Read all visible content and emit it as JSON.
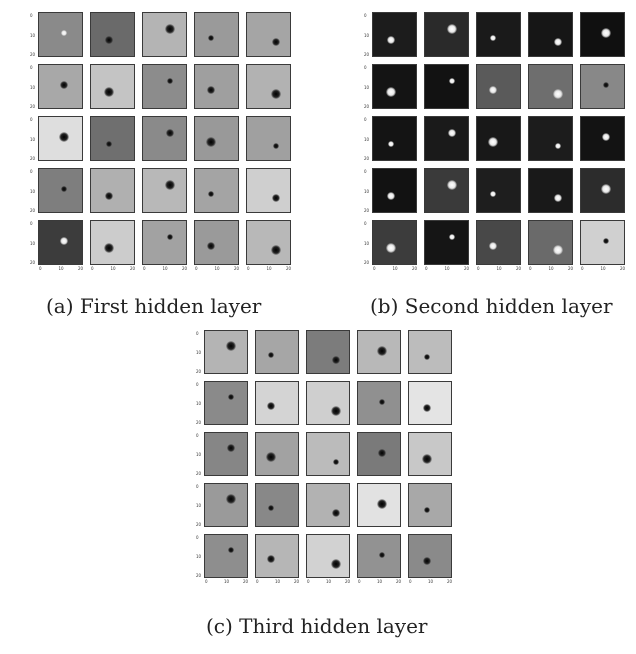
{
  "figures": [
    {
      "id": "a",
      "caption": "(a) First hidden layer",
      "yticks": [
        "0",
        "10",
        "20"
      ],
      "xticks": [
        "0",
        "10",
        "20"
      ],
      "tiles": [
        [
          "#8a8a8a",
          "#6a6a6a",
          "#b4b4b4",
          "#9a9a9a",
          "#a5a5a5"
        ],
        [
          "#a8a8a8",
          "#c4c4c4",
          "#8c8c8c",
          "#9f9f9f",
          "#b2b2b2"
        ],
        [
          "#dedede",
          "#6f6f6f",
          "#8a8a8a",
          "#999999",
          "#a0a0a0"
        ],
        [
          "#7e7e7e",
          "#b0b0b0",
          "#b8b8b8",
          "#a4a4a4",
          "#cfcfcf"
        ],
        [
          "#3c3c3c",
          "#cccccc",
          "#a2a2a2",
          "#9a9a9a",
          "#b8b8b8"
        ]
      ],
      "spots": [
        [
          "light",
          "dark",
          "dark",
          "dark",
          "dark"
        ],
        [
          "dark",
          "dark",
          "dark",
          "dark",
          "dark"
        ],
        [
          "dark",
          "dark",
          "dark",
          "dark",
          "dark"
        ],
        [
          "dark",
          "dark",
          "dark",
          "dark",
          "dark"
        ],
        [
          "light",
          "dark",
          "dark",
          "dark",
          "dark"
        ]
      ]
    },
    {
      "id": "b",
      "caption": "(b) Second hidden layer",
      "yticks": [
        "0",
        "10",
        "20"
      ],
      "xticks": [
        "0",
        "10",
        "20"
      ],
      "tiles": [
        [
          "#1c1c1c",
          "#2a2a2a",
          "#1a1a1a",
          "#161616",
          "#101010"
        ],
        [
          "#141414",
          "#121212",
          "#5a5a5a",
          "#6e6e6e",
          "#888888"
        ],
        [
          "#141414",
          "#1a1a1a",
          "#181818",
          "#1c1c1c",
          "#131313"
        ],
        [
          "#121212",
          "#3a3a3a",
          "#1e1e1e",
          "#191919",
          "#2c2c2c"
        ],
        [
          "#3c3c3c",
          "#151515",
          "#484848",
          "#6a6a6a",
          "#d0d0d0"
        ]
      ],
      "spots": [
        [
          "light",
          "light",
          "light",
          "light",
          "light"
        ],
        [
          "light",
          "light",
          "light",
          "light",
          "dark"
        ],
        [
          "light",
          "light",
          "light",
          "light",
          "light"
        ],
        [
          "light",
          "light",
          "light",
          "light",
          "light"
        ],
        [
          "light",
          "light",
          "light",
          "light",
          "dark"
        ]
      ]
    },
    {
      "id": "c",
      "caption": "(c) Third hidden layer",
      "yticks": [
        "0",
        "10",
        "20"
      ],
      "xticks": [
        "0",
        "10",
        "20"
      ],
      "tiles": [
        [
          "#b4b4b4",
          "#a6a6a6",
          "#7c7c7c",
          "#b8b8b8",
          "#bcbcbc"
        ],
        [
          "#8a8a8a",
          "#d4d4d4",
          "#cfcfcf",
          "#909090",
          "#e4e4e4"
        ],
        [
          "#868686",
          "#a2a2a2",
          "#bbbbbb",
          "#7a7a7a",
          "#c8c8c8"
        ],
        [
          "#9a9a9a",
          "#888888",
          "#b2b2b2",
          "#e2e2e2",
          "#a8a8a8"
        ],
        [
          "#8e8e8e",
          "#b6b6b6",
          "#d2d2d2",
          "#929292",
          "#8a8a8a"
        ]
      ],
      "spots": [
        [
          "dark",
          "dark",
          "dark",
          "dark",
          "dark"
        ],
        [
          "dark",
          "dark",
          "dark",
          "dark",
          "dark"
        ],
        [
          "dark",
          "dark",
          "dark",
          "dark",
          "dark"
        ],
        [
          "dark",
          "dark",
          "dark",
          "dark",
          "dark"
        ],
        [
          "dark",
          "dark",
          "dark",
          "dark",
          "dark"
        ]
      ]
    }
  ]
}
